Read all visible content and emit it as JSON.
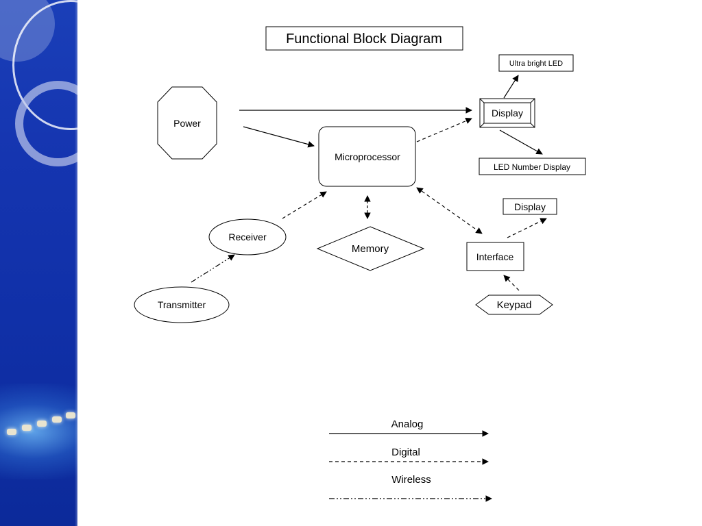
{
  "title": "Functional Block Diagram",
  "nodes": {
    "power": "Power",
    "microprocessor": "Microprocessor",
    "display_top": "Display",
    "ultra_bright_led": "Ultra bright LED",
    "led_number_display": "LED Number Display",
    "display_right": "Display",
    "receiver": "Receiver",
    "memory": "Memory",
    "interface": "Interface",
    "transmitter": "Transmitter",
    "keypad": "Keypad"
  },
  "legend": {
    "analog": "Analog",
    "digital": "Digital",
    "wireless": "Wireless"
  }
}
